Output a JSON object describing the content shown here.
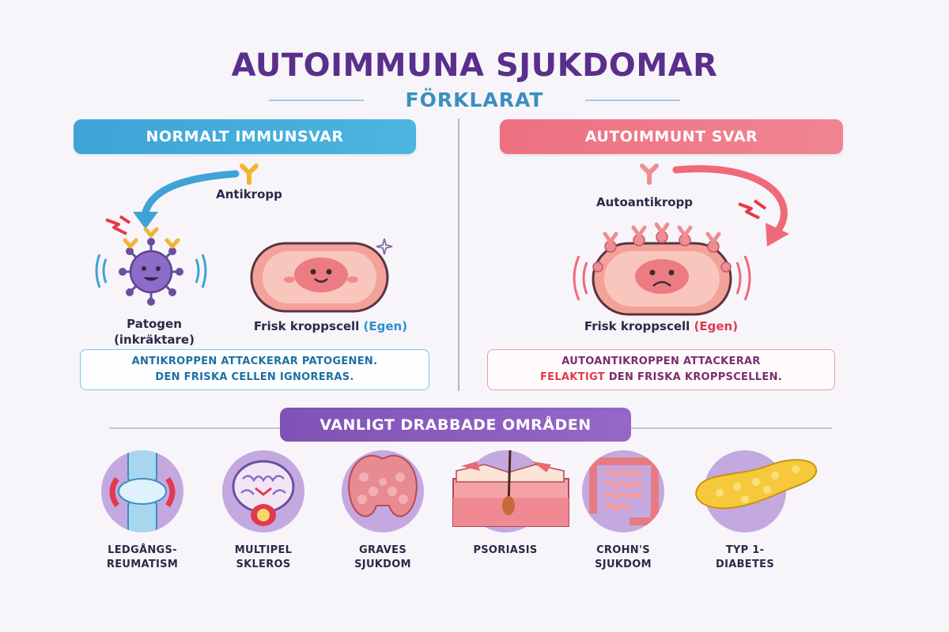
{
  "header": {
    "title": "AUTOIMMUNA SJUKDOMAR",
    "subtitle": "FÖRKLARAT"
  },
  "normal": {
    "banner": "NORMALT IMMUNSVAR",
    "antibody_label": "Antikropp",
    "pathogen_label_1": "Patogen",
    "pathogen_label_2": "(inkräktare)",
    "cell_label": "Frisk kroppscell",
    "cell_tag": "(Egen)",
    "note_line1": "ANTIKROPPEN ATTACKERAR PATOGENEN.",
    "note_line2": "DEN FRISKA CELLEN IGNORERAS."
  },
  "autoimmune": {
    "banner": "AUTOIMMUNT SVAR",
    "antibody_label": "Autoantikropp",
    "cell_label": "Frisk kroppscell",
    "cell_tag": "(Egen)",
    "note_line1": "AUTOANTIKROPPEN ATTACKERAR",
    "note_highlight": "FELAKTIGT",
    "note_line2_rest": " DEN FRISKA KROPPSCELLEN."
  },
  "areas": {
    "banner": "VANLIGT DRABBADE OMRÅDEN",
    "items": [
      {
        "line1": "LEDGÅNGS-",
        "line2": "REUMATISM",
        "icon": "joint-icon"
      },
      {
        "line1": "MULTIPEL",
        "line2": "SKLEROS",
        "icon": "brain-icon"
      },
      {
        "line1": "GRAVES",
        "line2": "SJUKDOM",
        "icon": "thyroid-icon"
      },
      {
        "line1": "PSORIASIS",
        "line2": "",
        "icon": "skin-icon"
      },
      {
        "line1": "CROHN'S",
        "line2": "SJUKDOM",
        "icon": "intestine-icon"
      },
      {
        "line1": "TYP 1-",
        "line2": "DIABETES",
        "icon": "pancreas-icon"
      }
    ]
  },
  "colors": {
    "title": "#5a2f8c",
    "normal_accent": "#3fa3d6",
    "autoimmune_accent": "#ee7080",
    "section_accent": "#8a5cc0",
    "highlight": "#e2394e"
  }
}
